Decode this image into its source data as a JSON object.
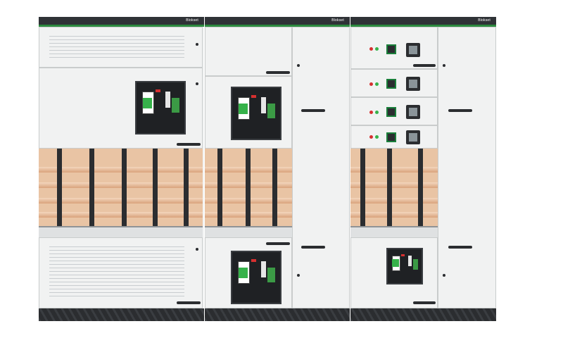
{
  "image": {
    "subject": "switchboard-cabinet",
    "colors": {
      "frame": "#2b2d30",
      "panel": "#f1f2f2",
      "accent_green": "#2c8a3e",
      "copper": "#e9c4a4",
      "led_red": "#d63030",
      "led_green": "#36b24a"
    }
  },
  "brand": {
    "section_1": "Blokset",
    "section_2": "Blokset",
    "section_3": "Blokset"
  }
}
